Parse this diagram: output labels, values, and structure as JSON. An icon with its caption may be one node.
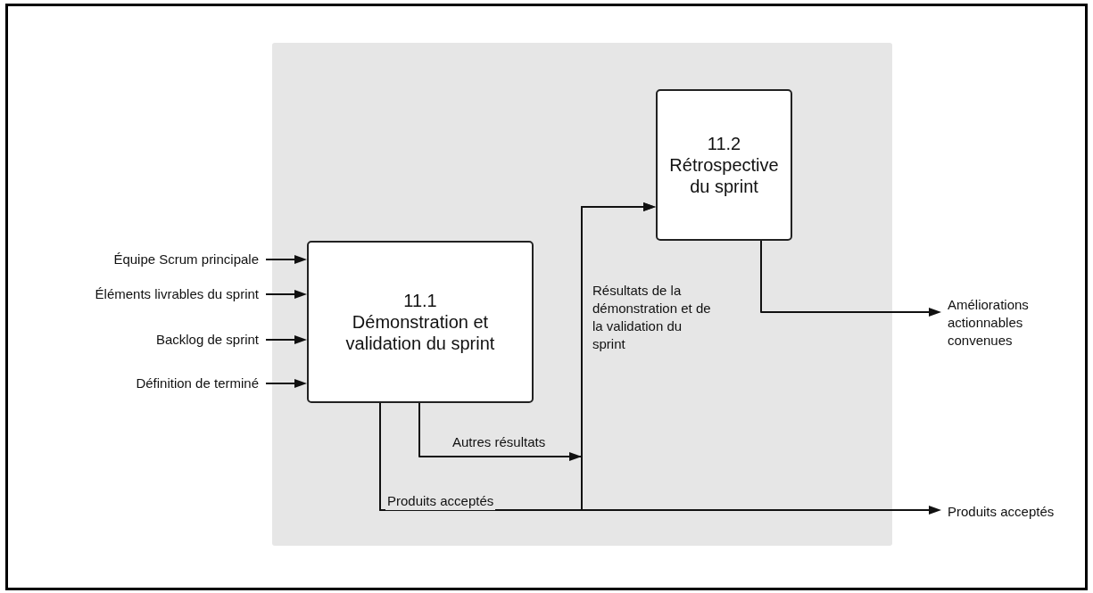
{
  "diagram": {
    "nodes": [
      {
        "text": [],
        "shape": "box"
      },
      {
        "text": [
          "Équipe Scrum principale"
        ]
      },
      {
        "text": [
          "Éléments livrables du sprint"
        ]
      },
      {
        "text": [
          "Backlog de sprint"
        ]
      },
      {
        "text": [
          "Définition de terminé"
        ]
      },
      {
        "text": [
          "11.1",
          "Démonstration et validation du sprint"
        ],
        "in": 0
      },
      {
        "text": [
          "11.2",
          "Rétrospective du sprint"
        ],
        "in": 0
      },
      {
        "text": [
          "Améliorations actionnables convenues"
        ]
      },
      {
        "text": [
          "Produits acceptés"
        ]
      }
    ],
    "edges": [
      {
        "from": 1,
        "to": 5,
        "arrow": "to"
      },
      {
        "from": 2,
        "to": 5,
        "arrow": "to"
      },
      {
        "from": 3,
        "to": 5,
        "arrow": "to"
      },
      {
        "from": 4,
        "to": 5,
        "arrow": "to"
      },
      {
        "from": 5,
        "to": 8,
        "arrow": "to",
        "label": "Produits acceptés"
      },
      {
        "from": 5,
        "to": 6,
        "arrow": "to",
        "label": "Autres résultats"
      },
      {
        "from": 5,
        "to": 6,
        "arrow": "to",
        "label": "Résultats de la démonstration et de la validation du sprint"
      },
      {
        "from": 6,
        "to": 7,
        "arrow": "to"
      }
    ]
  }
}
